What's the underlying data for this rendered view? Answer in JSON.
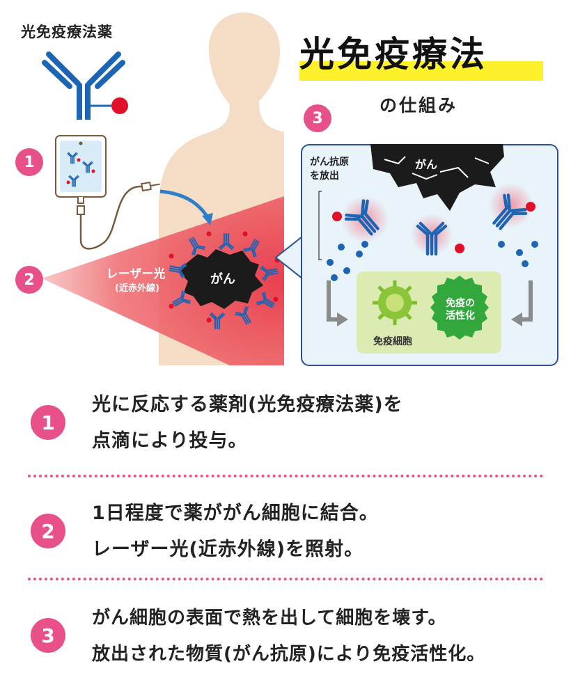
{
  "header": {
    "drug_label": "光免疫療法薬",
    "title": "光免疫療法",
    "subtitle": "の仕組み"
  },
  "markers": {
    "m1": "1",
    "m2": "2",
    "m3": "3"
  },
  "laser": {
    "label": "レーザー光",
    "sub": "(近赤外線)"
  },
  "cancer_label": "がん",
  "panel": {
    "cancer_label": "がん",
    "antigen_label_line1": "がん抗原",
    "antigen_label_line2": "を放出",
    "immune_cell_label": "免疫細胞",
    "activation_line1": "免疫の",
    "activation_line2": "活性化"
  },
  "steps": [
    {
      "num": "1",
      "line1": "光に反応する薬剤(光免疫療法薬)を",
      "line2": "点滴により投与。"
    },
    {
      "num": "2",
      "line1": "1日程度で薬ががん細胞に結合。",
      "line2": "レーザー光(近赤外線)を照射。"
    },
    {
      "num": "3",
      "line1": "がん細胞の表面で熱を出して細胞を壊す。",
      "line2": "放出された物質(がん抗原)により免疫活性化。"
    }
  ],
  "colors": {
    "accent_pink": "#e8508a",
    "antibody_blue": "#1c64b4",
    "highlight_yellow": "#fcf12b",
    "skin": "#f5dcc4",
    "cancer_black": "#1b1b1b",
    "drug_red": "#e0102a",
    "immune_green": "#32a83c"
  }
}
